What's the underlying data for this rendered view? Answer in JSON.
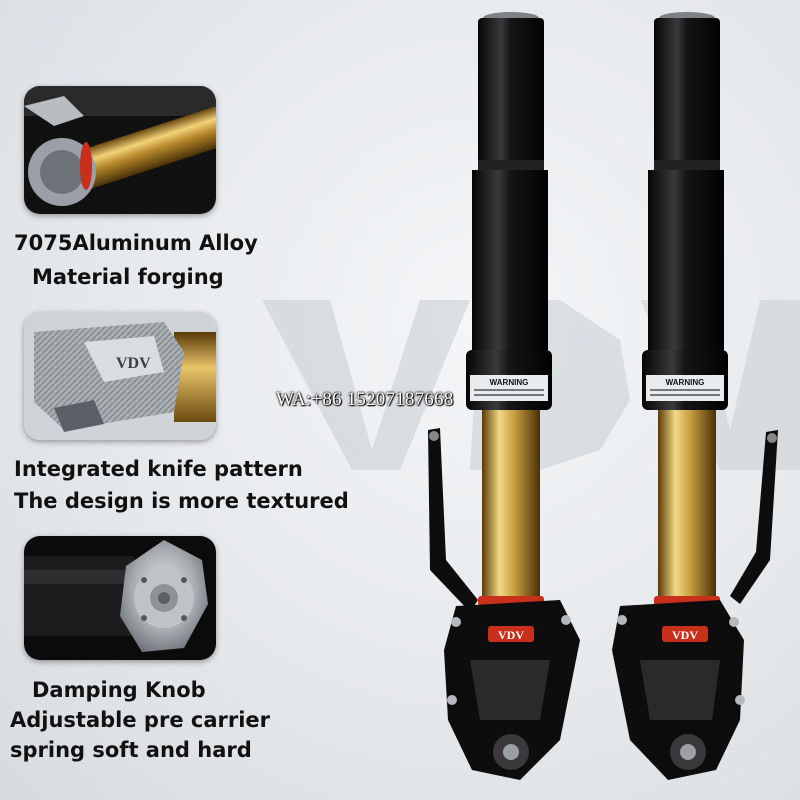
{
  "features": [
    {
      "line1": "7075Aluminum Alloy",
      "line2": "Material forging"
    },
    {
      "line1": "Integrated knife pattern",
      "line2": "The design is more textured"
    },
    {
      "line1": "Damping Knob",
      "line2": "Adjustable pre carrier",
      "line3": "spring soft and hard"
    }
  ],
  "watermark": {
    "contact": "WA:+86 15207187668",
    "brand": "VDV"
  },
  "fork_labels": {
    "warning": "WARNING",
    "logo": "VDV"
  },
  "colors": {
    "fork_black": "#0d0d0e",
    "stanchion_gold": "#c8a040",
    "seal_red": "#c8301c",
    "caption_text": "#111111"
  }
}
